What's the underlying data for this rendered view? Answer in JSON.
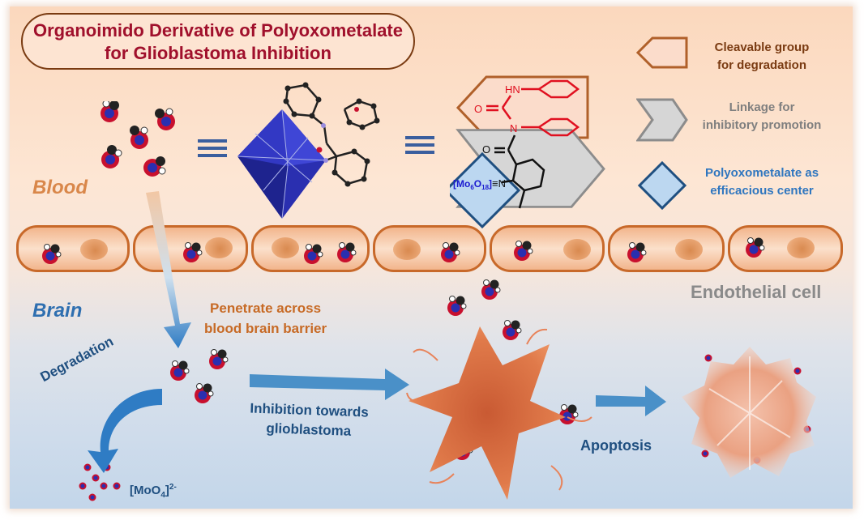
{
  "title": {
    "line1": "Organoimido Derivative of Polyoxometalate",
    "line2": "for Glioblastoma Inhibition"
  },
  "regions": {
    "blood": "Blood",
    "brain": "Brain",
    "endothelial": "Endothelial cell"
  },
  "structure": {
    "mo_cluster_label": "[Mo6O18]",
    "mo_cluster_parts": {
      "pre": "[Mo",
      "sub1": "6",
      "mid": "O",
      "sub2": "18",
      "post": "]"
    },
    "imido_bond": "≡N",
    "carbonyl_o": "O",
    "urea_hn": "HN",
    "urea_o": "O",
    "urea_n": "N"
  },
  "legend": [
    {
      "shape": "pentagon-left",
      "line1": "Cleavable group",
      "line2": "for degradation",
      "color": "#7a3b12"
    },
    {
      "shape": "chevron-right",
      "line1": "Linkage for",
      "line2": "inhibitory promotion",
      "color": "#7f7f7f"
    },
    {
      "shape": "diamond",
      "line1": "Polyoxometalate as",
      "line2": "efficacious center",
      "color": "#2f76bf"
    }
  ],
  "process": {
    "penetrate_line1": "Penetrate across",
    "penetrate_line2": "blood brain barrier",
    "degradation": "Degradation",
    "inhibition_line1": "Inhibition towards",
    "inhibition_line2": "glioblastoma",
    "apoptosis": "Apoptosis",
    "product": {
      "pre": "[MoO",
      "sub": "4",
      "post": "]",
      "sup": "2-"
    }
  },
  "colors": {
    "title_text": "#a0102c",
    "title_border": "#7a3b12",
    "blood_text": "#d9874a",
    "brain_text": "#2f6fb0",
    "arrow_blue": "#4a90c8",
    "cell_border": "#c8692a",
    "tumor": "#d9643a",
    "polyhedron": "#2a2fb0"
  }
}
